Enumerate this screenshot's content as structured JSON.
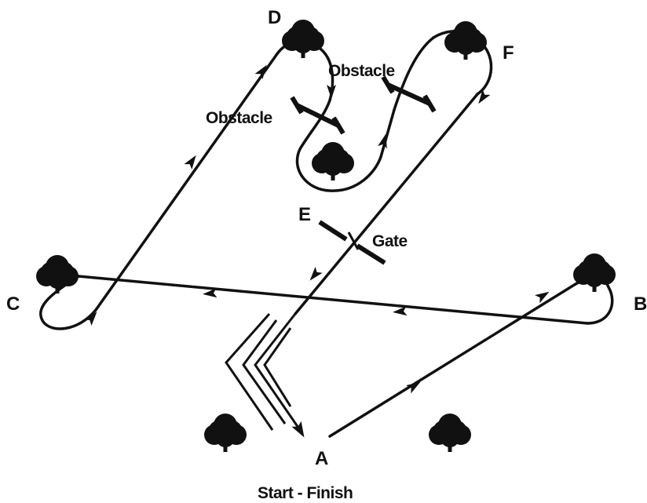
{
  "labels": {
    "A": "A",
    "B": "B",
    "C": "C",
    "D": "D",
    "E": "E",
    "F": "F",
    "start_finish": "Start - Finish",
    "gate": "Gate",
    "obstacle_left": "Obstacle",
    "obstacle_right": "Obstacle"
  },
  "colors": {
    "ink": "#111111",
    "background": "#ffffff"
  },
  "icons": [
    "tree-icon",
    "arrow-icon"
  ]
}
